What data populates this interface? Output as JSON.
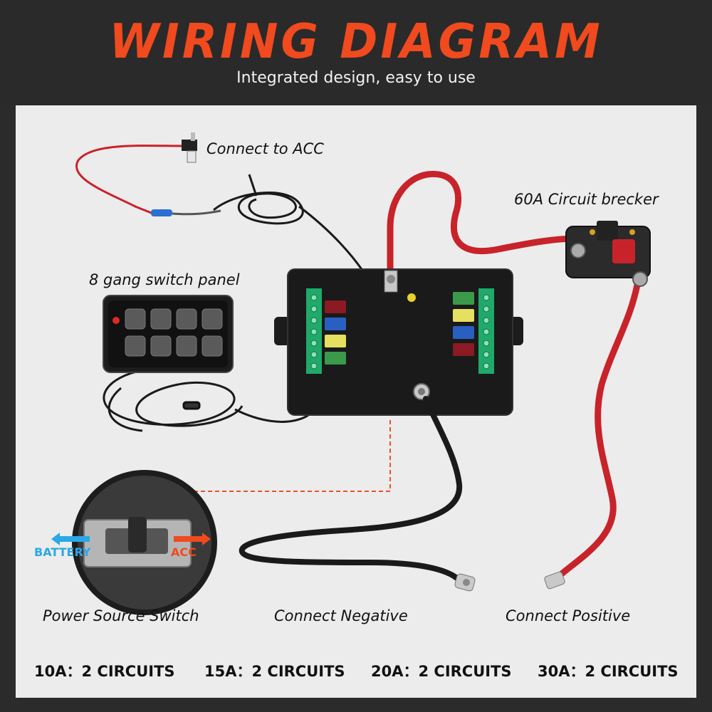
{
  "header": {
    "title": "WIRING DIAGRAM",
    "subtitle": "Integrated design, easy to use"
  },
  "labels": {
    "connect_acc": "Connect to ACC",
    "circuit_breaker": "60A Circuit brecker",
    "switch_panel": "8 gang switch panel",
    "power_source_switch": "Power Source Switch",
    "connect_negative": "Connect Negative",
    "connect_positive": "Connect Positive"
  },
  "switch_positions": {
    "battery": "BATTERY",
    "acc": "ACC"
  },
  "circuits": [
    {
      "rating": "10A：",
      "count": "2 CIRCUITS"
    },
    {
      "rating": "15A：",
      "count": "2 CIRCUITS"
    },
    {
      "rating": "20A：",
      "count": "2 CIRCUITS"
    },
    {
      "rating": "30A：",
      "count": "2 CIRCUITS"
    }
  ],
  "colors": {
    "title": "#f04a1e",
    "red_wire": "#c8232a",
    "black_wire": "#1a1a1a",
    "battery_arrow": "#2aa8e8",
    "acc_arrow": "#f04a1e",
    "dashed_line": "#e8532a"
  }
}
